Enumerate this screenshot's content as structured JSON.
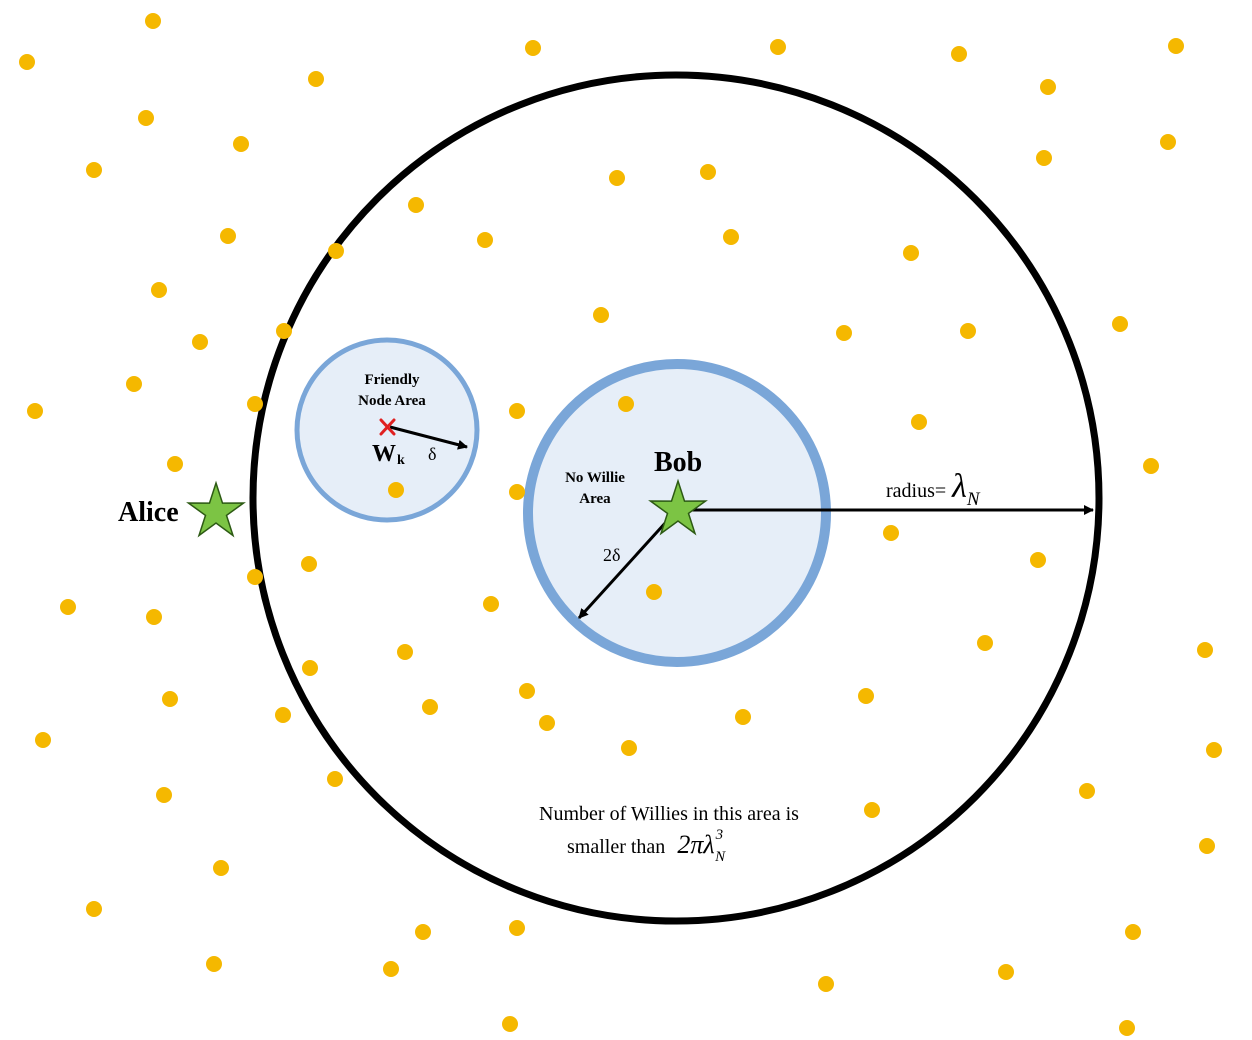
{
  "colors": {
    "background": "#ffffff",
    "dot": "#f5b800",
    "star_fill": "#7cc444",
    "star_stroke": "#2d5a14",
    "area_fill": "#e6eef8",
    "area_stroke": "#7aa6d8",
    "outer_circle": "#000000",
    "marker": "#e02020"
  },
  "icons": {
    "alice": "star-icon",
    "bob": "star-icon",
    "willie": "x-mark-icon",
    "node": "dot-icon"
  },
  "labels": {
    "alice": "Alice",
    "bob": "Bob",
    "friendly_line1": "Friendly",
    "friendly_line2": "Node Area",
    "willie_main": "W",
    "willie_sub": "k",
    "delta": "δ",
    "no_willie_line1": "No Willie",
    "no_willie_line2": "Area",
    "two_delta": "2δ",
    "radius_prefix": "radius=",
    "lambda": "λ",
    "lambda_sub": "N",
    "note_line1": "Number of Willies in this area is",
    "note_line2": "smaller than",
    "note_formula": "2πλ",
    "note_sup": "3",
    "note_sub": "N"
  }
}
